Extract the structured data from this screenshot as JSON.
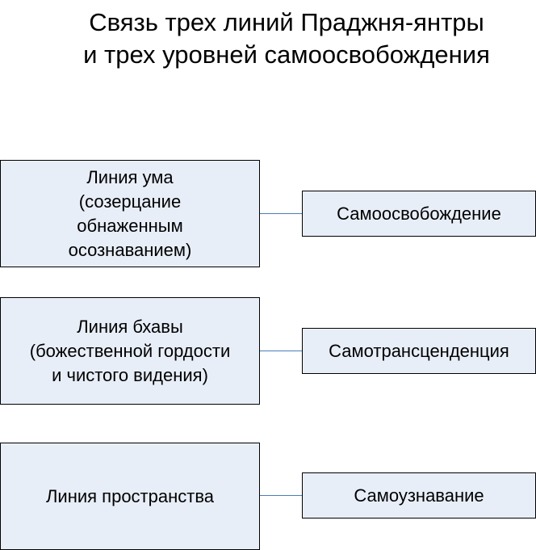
{
  "title": {
    "line1": "Связь трех линий Праджня-янтры",
    "line2": "и трех уровней самоосвобождения"
  },
  "rows": [
    {
      "left_lines": [
        "Линия ума",
        "(созерцание",
        "обнаженным",
        "осознаванием)"
      ],
      "right": "Самоосвобождение"
    },
    {
      "left_lines": [
        "Линия бхавы",
        "(божественной гордости",
        "и чистого видения)"
      ],
      "right": "Самотрансценденция"
    },
    {
      "left_lines": [
        "Линия пространства"
      ],
      "right": "Самоузнавание"
    }
  ],
  "colors": {
    "box_fill": "#e8eef8",
    "connector": "#4a7ebb",
    "border": "#000000"
  }
}
